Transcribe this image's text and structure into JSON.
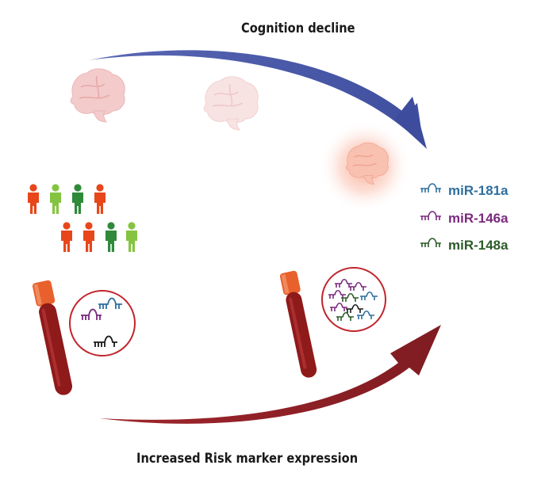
{
  "top_caption": "Cognition decline",
  "bottom_caption": "Increased Risk marker expression",
  "legend": [
    {
      "label": "miR-181a",
      "color": "#2e6f9e"
    },
    {
      "label": "miR-146a",
      "color": "#7a2a7e"
    },
    {
      "label": "miR-148a",
      "color": "#2d5a2a"
    }
  ],
  "colors": {
    "top_arrow": "#4a57a6",
    "bottom_arrow": "#8e2127",
    "brain_light": "#f4cdcd",
    "brain_glow": "#f6a08a",
    "person_orange": "#e8461b",
    "person_lime": "#85c441",
    "person_green": "#2f8a3a",
    "blood": "#8f1a1a",
    "tube_cap": "#e8612c",
    "circle_border": "#c0262d"
  },
  "people": {
    "row1": [
      "orange",
      "lime",
      "green",
      "orange"
    ],
    "row2": [
      "orange",
      "orange",
      "green",
      "lime"
    ]
  }
}
